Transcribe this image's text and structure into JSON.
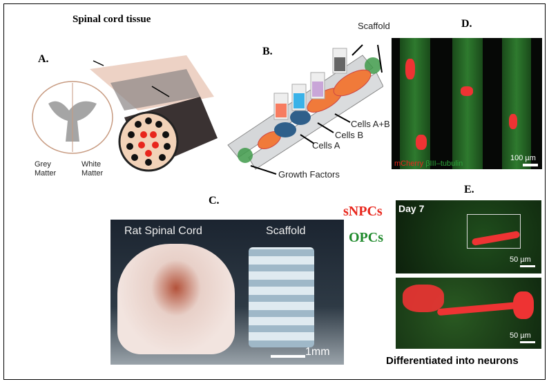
{
  "panel_a": {
    "title": "Spinal cord tissue",
    "letter": "A.",
    "grey_matter": "Grey\nMatter",
    "white_matter": "White\nMatter"
  },
  "panel_b": {
    "letter": "B.",
    "scaffold": "Scaffold",
    "cells_ab": "Cells A+B",
    "cells_b": "Cells B",
    "cells_a": "Cells A",
    "growth_factors": "Growth Factors"
  },
  "panel_c": {
    "letter": "C.",
    "rat_spinal_cord": "Rat Spinal Cord",
    "scaffold": "Scaffold",
    "scale": "1mm"
  },
  "panel_d": {
    "letter": "D.",
    "stain_red": "mCherry",
    "stain_green": "βIII–tubulin",
    "scale": "100 µm"
  },
  "panel_e": {
    "letter": "E.",
    "legend_red": "sNPCs",
    "legend_green": "OPCs",
    "day": "Day 7",
    "scale_top": "50 µm",
    "scale_bottom": "50 µm",
    "caption": "Differentiated into neurons"
  },
  "colors": {
    "red": "#e8261c",
    "green": "#1f8a2c"
  }
}
